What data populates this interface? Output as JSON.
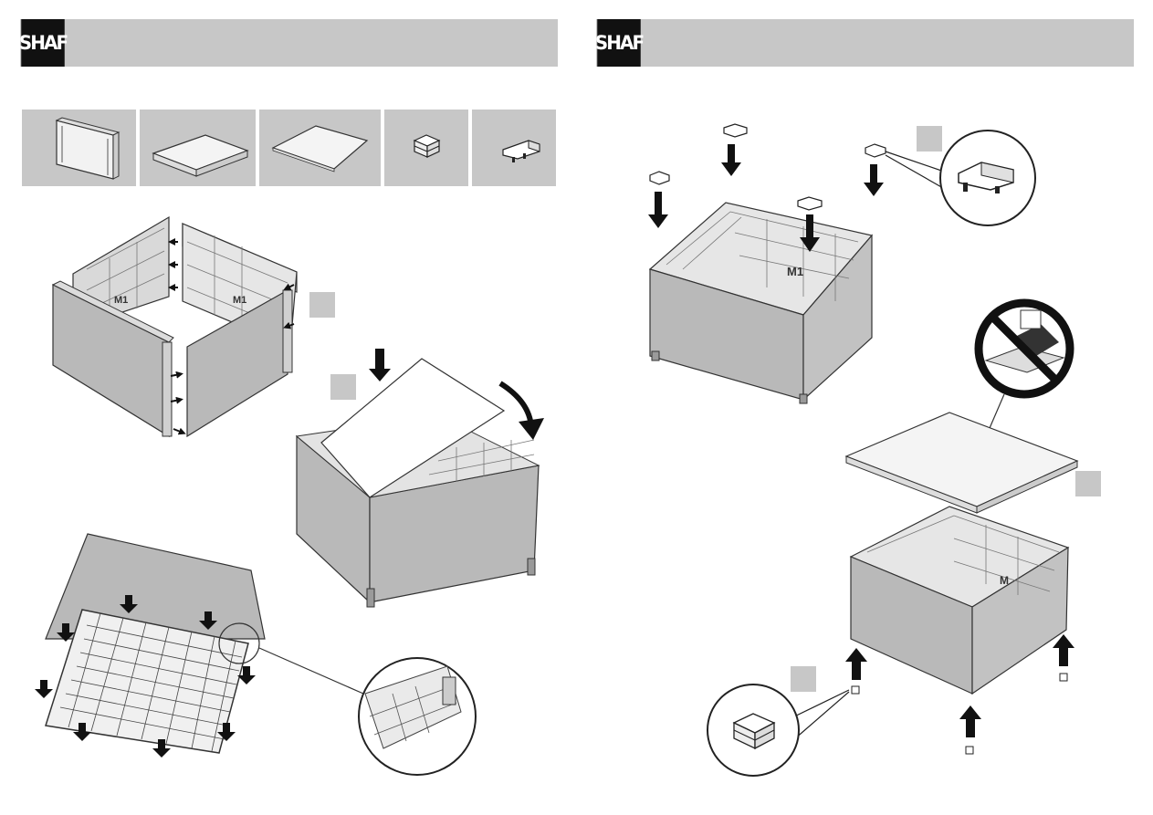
{
  "header": {
    "brand_left": "SHAF",
    "brand_right": "SHAF"
  },
  "parts": [
    {
      "icon": "side-panel-icon"
    },
    {
      "icon": "bottom-board-icon"
    },
    {
      "icon": "grid-tray-icon"
    },
    {
      "icon": "foot-cap-icon"
    },
    {
      "icon": "corner-clip-icon"
    }
  ],
  "panel_marks": {
    "back_panel": "M1",
    "right_panel": "M1",
    "right_page_panel": "M1",
    "final_box": "M"
  },
  "colors": {
    "header_gray": "#c7c7c7",
    "logo_black": "#111111",
    "panel_gray": "#b9b9b9",
    "prohibition_red": "#111111"
  }
}
